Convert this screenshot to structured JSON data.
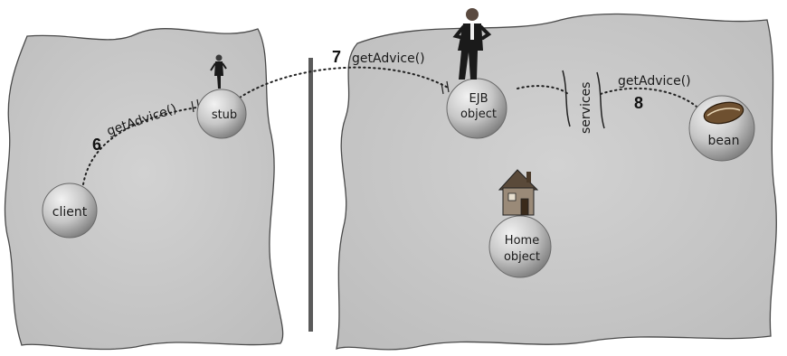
{
  "steps": {
    "six": "6",
    "seven": "7",
    "eight": "8"
  },
  "calls": {
    "client_to_stub": "getAdvice()",
    "stub_to_ejb": "getAdvice()",
    "services_to_bean": "getAdvice()"
  },
  "nodes": {
    "client": "client",
    "stub": "stub",
    "ejb_line1": "EJB",
    "ejb_line2": "object",
    "bean": "bean",
    "home_line1": "Home",
    "home_line2": "object",
    "services": "services"
  },
  "colors": {
    "blob_fill": "#c9c9c9",
    "blob_stroke": "#4a4a4a",
    "divider": "#5a5a5a",
    "sphere_light": "#e6e6e6",
    "sphere_dark": "#8a8a8a"
  },
  "icons": {
    "runner": "businessman-figure-icon",
    "house": "house-icon",
    "bean": "bean-icon"
  }
}
